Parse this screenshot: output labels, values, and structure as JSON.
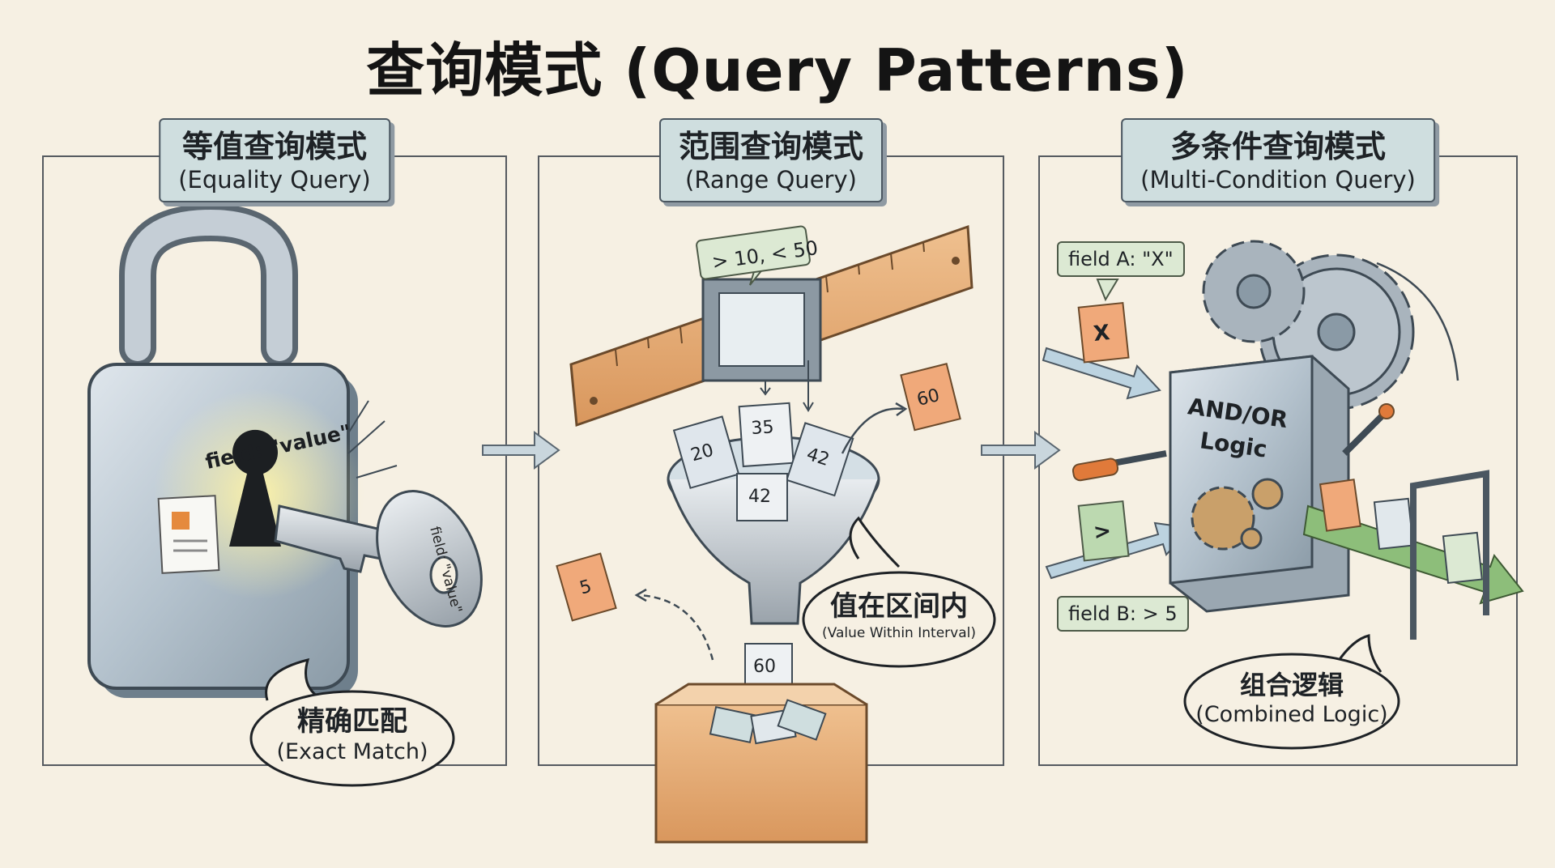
{
  "title": "查询模式 (Query Patterns)",
  "panels": [
    {
      "label_zh": "等值查询模式",
      "label_en": "(Equality Query)",
      "lock_text": "field: \"value\"",
      "key_text": "field: \"value\"",
      "bubble_zh": "精确匹配",
      "bubble_en": "(Exact Match)"
    },
    {
      "label_zh": "范围查询模式",
      "label_en": "(Range Query)",
      "range_tag": "> 10, < 50",
      "cards": [
        "20",
        "35",
        "42",
        "42"
      ],
      "rejected_high": "60",
      "rejected_low": "5",
      "output_card": "60",
      "bubble_zh": "值在区间内",
      "bubble_en": "(Value Within Interval)"
    },
    {
      "label_zh": "多条件查询模式",
      "label_en": "(Multi-Condition Query)",
      "field_a": "field A: \"X\"",
      "field_a_card": "X",
      "field_b": "field B: > 5",
      "field_b_card": ">",
      "machine_text_1": "AND/OR",
      "machine_text_2": "Logic",
      "bubble_zh": "组合逻辑",
      "bubble_en": "(Combined Logic)"
    }
  ]
}
